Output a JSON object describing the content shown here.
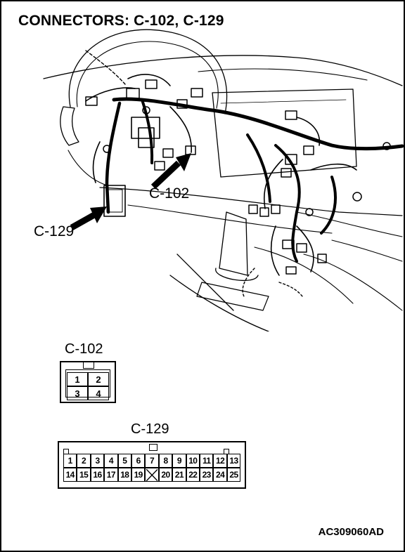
{
  "title": "CONNECTORS: C-102, C-129",
  "callouts": {
    "c102": "C-102",
    "c129": "C-129"
  },
  "connector_c102": {
    "label": "C-102",
    "pins": [
      {
        "n": "1"
      },
      {
        "n": "2"
      },
      {
        "n": "3"
      },
      {
        "n": "4"
      }
    ]
  },
  "connector_c129": {
    "label": "C-129",
    "pins": [
      {
        "n": "1"
      },
      {
        "n": "2"
      },
      {
        "n": "3"
      },
      {
        "n": "4"
      },
      {
        "n": "5"
      },
      {
        "n": "6"
      },
      {
        "n": "7"
      },
      {
        "n": "8"
      },
      {
        "n": "9"
      },
      {
        "n": "10"
      },
      {
        "n": "11"
      },
      {
        "n": "12"
      },
      {
        "n": "13"
      },
      {
        "n": "14"
      },
      {
        "n": "15"
      },
      {
        "n": "16"
      },
      {
        "n": "17"
      },
      {
        "n": "18"
      },
      {
        "n": "19"
      },
      {
        "n": "",
        "vacant": true
      },
      {
        "n": "20"
      },
      {
        "n": "21"
      },
      {
        "n": "22"
      },
      {
        "n": "23"
      },
      {
        "n": "24"
      },
      {
        "n": "25"
      }
    ]
  },
  "figure_code": "AC309060AD",
  "colors": {
    "ink": "#000000",
    "paper": "#ffffff"
  }
}
